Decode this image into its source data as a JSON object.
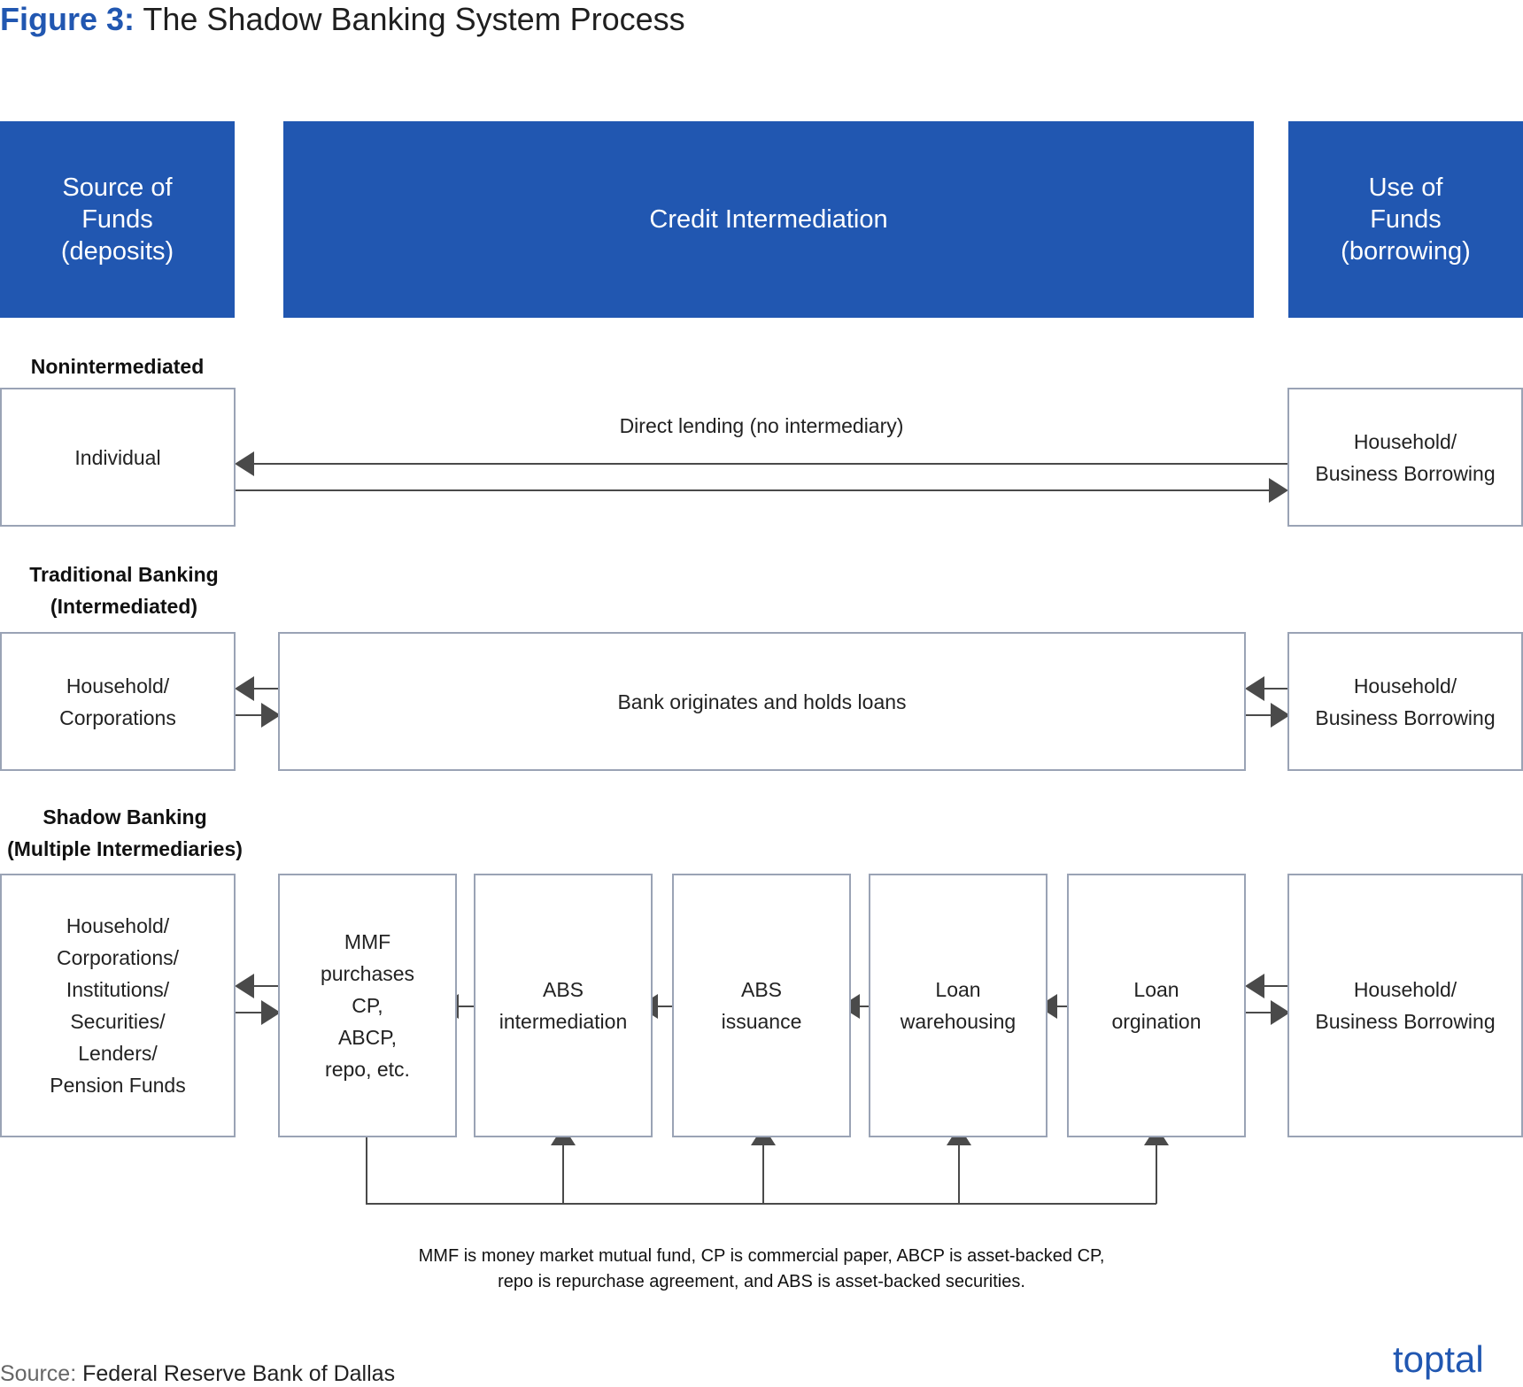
{
  "figure": {
    "label": "Figure 3:",
    "title": "The Shadow Banking System Process"
  },
  "headers": {
    "source": "Source of\nFunds\n(deposits)",
    "credit": "Credit Intermediation",
    "use": "Use of\nFunds\n(borrowing)"
  },
  "sections": {
    "nonintermediated": {
      "label": "Nonintermediated",
      "source_box": "Individual",
      "flow_label": "Direct lending (no intermediary)",
      "use_box": "Household/\nBusiness Borrowing"
    },
    "traditional": {
      "label": "Traditional Banking\n(Intermediated)",
      "source_box": "Household/\nCorporations",
      "middle_box": "Bank originates and holds loans",
      "use_box": "Household/\nBusiness Borrowing"
    },
    "shadow": {
      "label": "Shadow Banking\n(Multiple Intermediaries)",
      "source_box": "Household/\nCorporations/\nInstitutions/\nSecurities/\nLenders/\nPension Funds",
      "steps": [
        "MMF\npurchases\nCP,\nABCP,\nrepo, etc.",
        "ABS\nintermediation",
        "ABS\nissuance",
        "Loan\nwarehousing",
        "Loan\norgination"
      ],
      "use_box": "Household/\nBusiness Borrowing"
    }
  },
  "footnote": "MMF is money market mutual fund, CP is commercial paper,  ABCP is asset-backed CP,\nrepo is repurchase agreement, and ABS is asset-backed securities.",
  "source": {
    "label": "Source:",
    "text": "Federal Reserve Bank of Dallas"
  },
  "brand": "toptal",
  "colors": {
    "header_blue": "#2157b1",
    "box_border": "#9aa3b5",
    "arrow": "#4a4a4a"
  }
}
